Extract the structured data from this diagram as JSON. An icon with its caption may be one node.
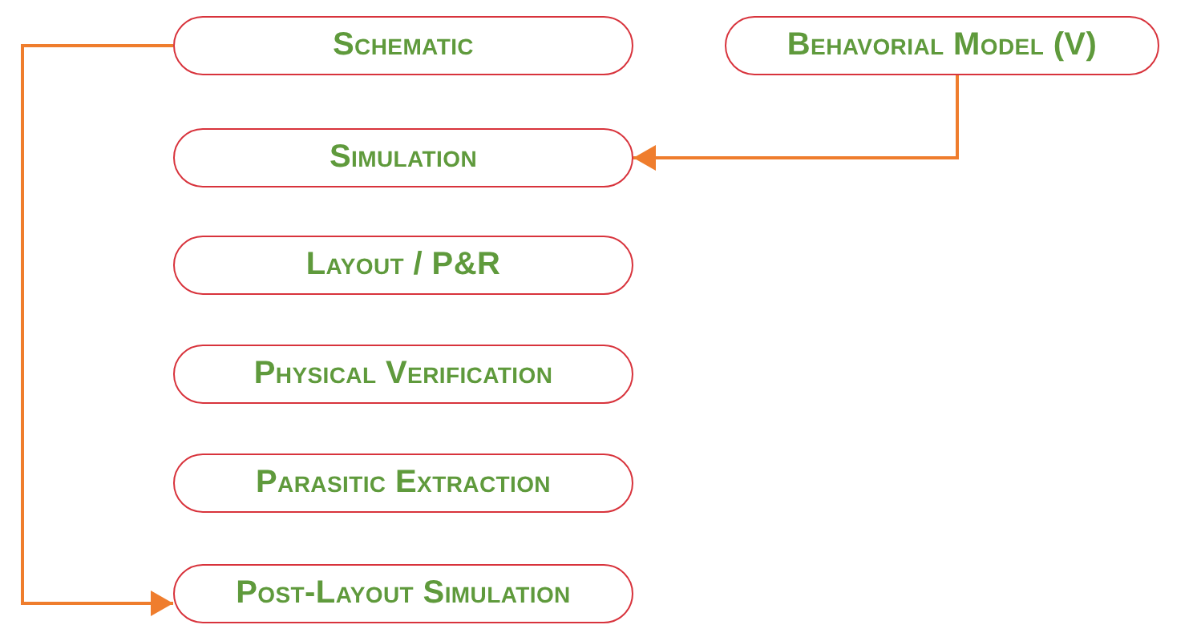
{
  "diagram": {
    "nodes": [
      {
        "text": [
          "Schematic"
        ]
      },
      {
        "text": [
          "Simulation"
        ]
      },
      {
        "text": [
          "Layout / P&R"
        ]
      },
      {
        "text": [
          "Physical Verification"
        ]
      },
      {
        "text": [
          "Parasitic Extraction"
        ]
      },
      {
        "text": [
          "Post-Layout Simulation"
        ]
      },
      {
        "text": [
          "Behavorial Model (V)"
        ]
      }
    ],
    "edges": [
      {
        "from": 0,
        "to": 5,
        "arrow": "to"
      },
      {
        "from": 6,
        "to": 1,
        "arrow": "to"
      }
    ]
  }
}
